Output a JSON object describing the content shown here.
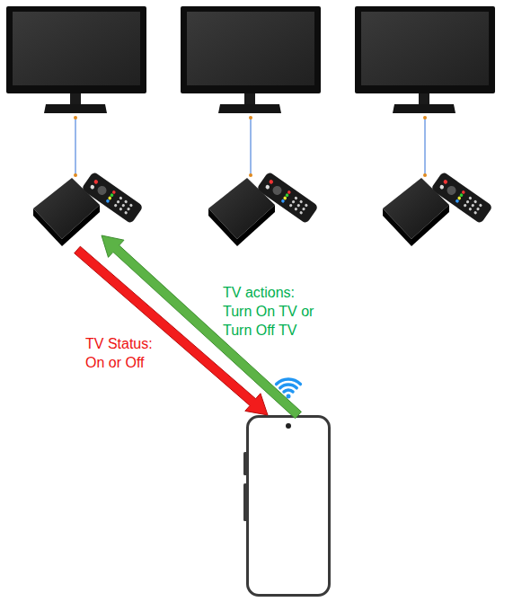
{
  "diagram": {
    "nodes": [
      {
        "text": []
      },
      {
        "text": []
      }
    ],
    "edges": [
      {
        "from": 1,
        "to": 0,
        "arrow": "to",
        "label": "TV actions: Turn On TV or Turn Off TV"
      },
      {
        "from": 0,
        "to": 1,
        "arrow": "to",
        "label": "TV Status: On or Off"
      }
    ]
  }
}
